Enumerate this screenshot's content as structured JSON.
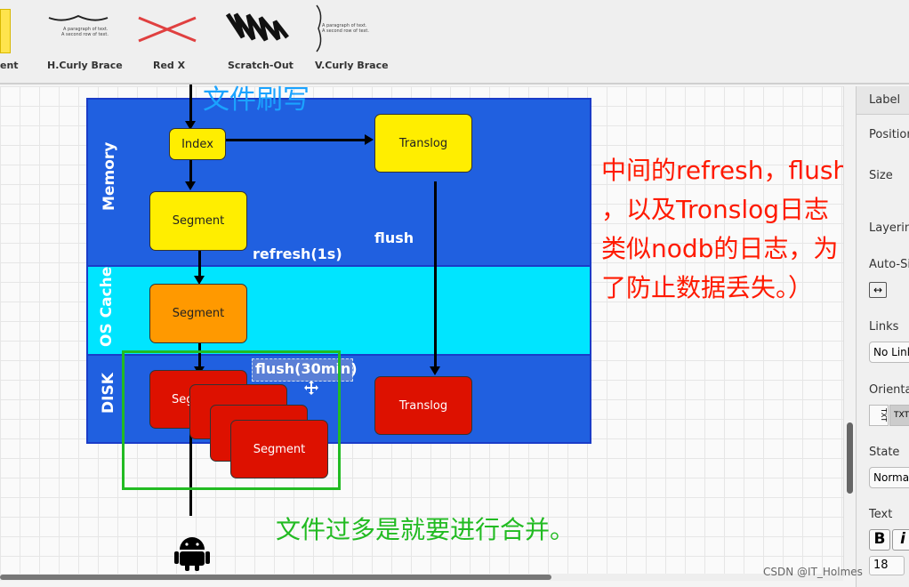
{
  "toolbar": {
    "items": [
      {
        "label": "ent"
      },
      {
        "label": "H.Curly Brace"
      },
      {
        "label": "Red X"
      },
      {
        "label": "Scratch-Out"
      },
      {
        "label": "V.Curly Brace"
      }
    ],
    "brace_text": "A paragraph of text. A second row of text."
  },
  "diagram": {
    "bands": {
      "memory": "Memory",
      "os_cache": "OS Cache",
      "disk": "DISK"
    },
    "boxes": {
      "index": "Index",
      "translog_mem": "Translog",
      "segment_mem": "Segment",
      "segment_os": "Segment",
      "segment_disk1": "Segment",
      "segment_disk4": "Segment",
      "translog_disk": "Translog"
    },
    "labels": {
      "refresh": "refresh(1s)",
      "flush": "flush",
      "flush30": "flush(30min)"
    },
    "colors": {
      "band": "#2060e0",
      "os_cache": "#00e5ff",
      "yellow": "#ffee00",
      "orange": "#ff9900",
      "red": "#dd1100"
    }
  },
  "annotations": {
    "file_flush": "文件刷写",
    "note_red": [
      "中间的refresh，flush",
      "，以及Tronslog日志（",
      "类似nodb的日志，为",
      "了防止数据丢失。）"
    ],
    "note_green": "文件过多是就要进行合并。"
  },
  "panel": {
    "label_tab": "Label",
    "position": "Position",
    "size": "Size",
    "layering": "Layering",
    "auto_size": "Auto-Size",
    "links": "Links",
    "links_value": "No Links",
    "orientation": "Orientation",
    "state": "State",
    "state_value": "Normal",
    "text": "Text",
    "bold": "B",
    "italic": "i",
    "font_size": "18"
  },
  "watermark": "CSDN @IT_Holmes"
}
